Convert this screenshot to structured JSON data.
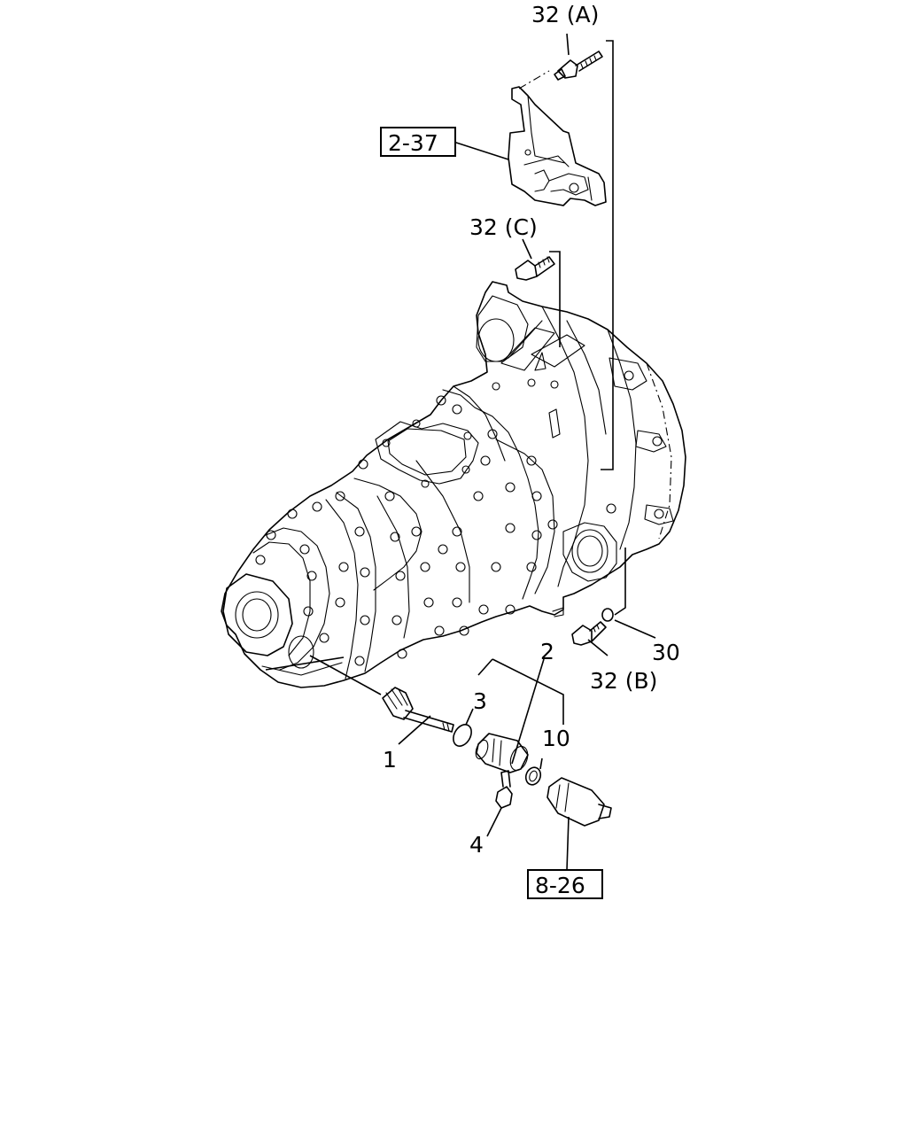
{
  "callouts": {
    "c32a": "32 (A)",
    "c2_37": "2-37",
    "c32c": "32 (C)",
    "c2": "2",
    "c3": "3",
    "c30": "30",
    "c32b": "32 (B)",
    "c10": "10",
    "c1": "1",
    "c4": "4",
    "c8_26": "8-26"
  }
}
